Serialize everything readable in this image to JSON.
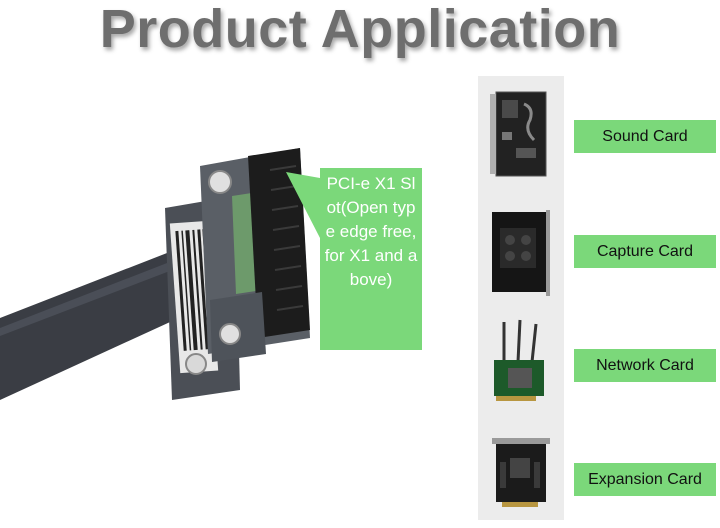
{
  "title": "Product Application",
  "callout": {
    "text": "PCI-e X1 Slot(Open type edge free, for X1 and above)"
  },
  "applications": [
    {
      "label": "Sound Card"
    },
    {
      "label": "Capture Card"
    },
    {
      "label": "Network Card"
    },
    {
      "label": "Expansion Card"
    }
  ],
  "colors": {
    "title": "#6e6e6e",
    "label_bg": "#7bd87a",
    "panel_bg": "#ececec"
  }
}
